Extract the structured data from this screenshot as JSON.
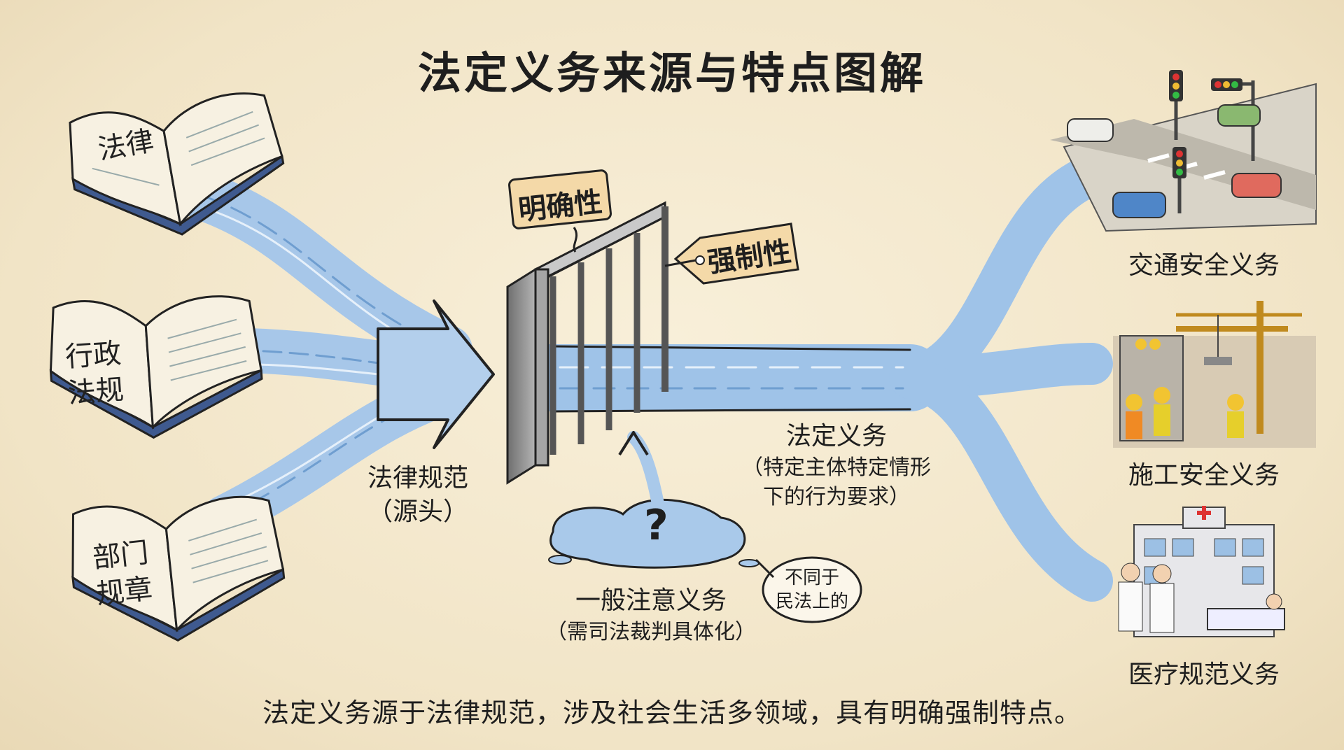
{
  "title": "法定义务来源与特点图解",
  "sources": [
    {
      "label_lines": [
        "法律"
      ]
    },
    {
      "label_lines": [
        "行政",
        "法规"
      ]
    },
    {
      "label_lines": [
        "部门",
        "规章"
      ]
    }
  ],
  "norm_label": {
    "line1": "法律规范",
    "line2": "（源头）"
  },
  "gate_tags": {
    "clarity": "明确性",
    "coercion": "强制性"
  },
  "statutory_duty": {
    "title": "法定义务",
    "line1": "（特定主体特定情形",
    "line2": "下的行为要求）"
  },
  "puddle": {
    "symbol": "?",
    "title": "一般注意义务",
    "subtitle": "（需司法裁判具体化）"
  },
  "speech_bubble": {
    "line1": "不同于",
    "line2": "民法上的"
  },
  "destinations": [
    {
      "label": "交通安全义务"
    },
    {
      "label": "施工安全义务"
    },
    {
      "label": "医疗规范义务"
    }
  ],
  "caption": "法定义务源于法律规范，涉及社会生活多领域，具有明确强制特点。",
  "colors": {
    "stream": "#9cc0e4",
    "stream_dark": "#5d8fc4",
    "tag_fill": "#f4d9a8",
    "gate": "#9a9a9a",
    "book_cover": "#3f5a8f"
  }
}
